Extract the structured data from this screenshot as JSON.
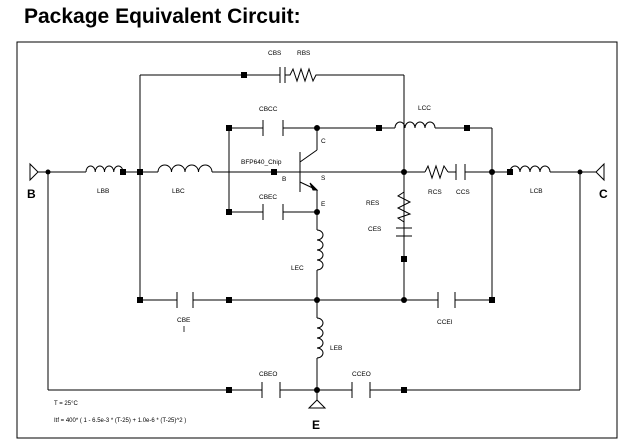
{
  "title": "Package Equivalent Circuit:",
  "components": {
    "cbs": "CBS",
    "rbs": "RBS",
    "cbcc": "CBCC",
    "lcc": "LCC",
    "chip": "BFP640_Chip",
    "chip_c": "C",
    "chip_b": "B",
    "chip_s": "S",
    "chip_e": "E",
    "lbb": "LBB",
    "lbc": "LBC",
    "cbec": "CBEC",
    "res": "RES",
    "ces": "CES",
    "rcs": "RCS",
    "ccs": "CCS",
    "lcb": "LCB",
    "lec": "LEC",
    "cbe": "CBE",
    "ccei": "CCEI",
    "leb": "LEB",
    "cbeo": "CBEO",
    "cceo": "CCEO"
  },
  "pins": {
    "b": "B",
    "c": "C",
    "e": "E"
  },
  "notes": {
    "temp": "T = 25°C",
    "formula": "Itf = 400* ( 1 - 6.5e-3 * (T-25) + 1.0e-6 * (T-25)^2 )"
  },
  "colors": {
    "ink": "#000000",
    "background": "#ffffff"
  }
}
